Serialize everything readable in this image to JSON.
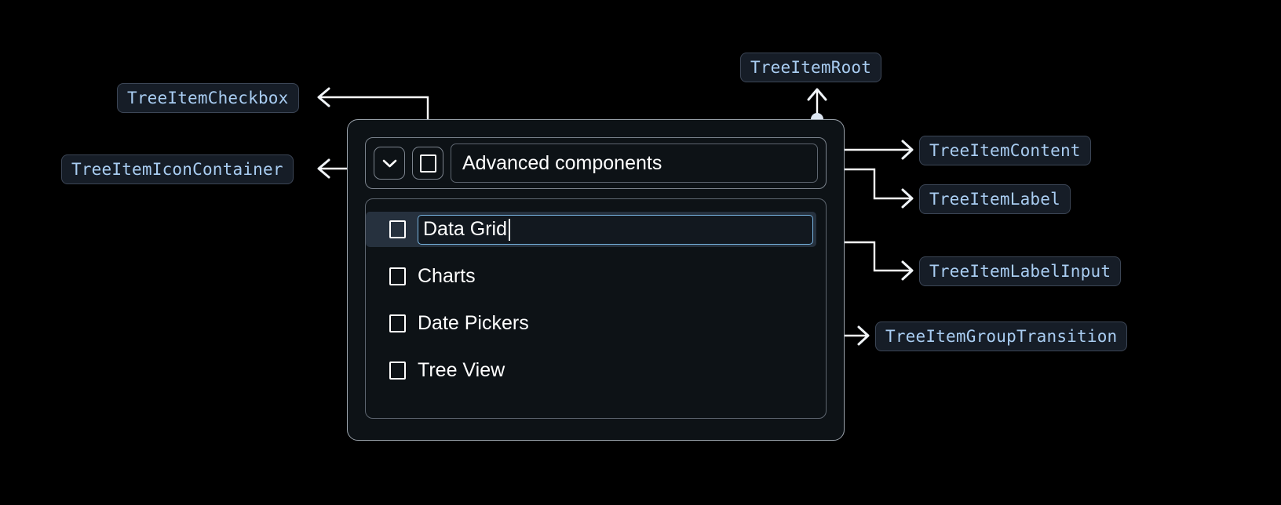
{
  "annotations": [
    {
      "name": "tree-item-checkbox",
      "label": "TreeItemCheckbox"
    },
    {
      "name": "tree-item-icon-container",
      "label": "TreeItemIconContainer"
    },
    {
      "name": "tree-item-root",
      "label": "TreeItemRoot"
    },
    {
      "name": "tree-item-content",
      "label": "TreeItemContent"
    },
    {
      "name": "tree-item-label",
      "label": "TreeItemLabel"
    },
    {
      "name": "tree-item-label-input",
      "label": "TreeItemLabelInput"
    },
    {
      "name": "tree-item-group-transition",
      "label": "TreeItemGroupTransition"
    }
  ],
  "tree": {
    "root_label": "Advanced components",
    "expand_icon": "chevron-down-icon",
    "checkbox_icon": "checkbox-unchecked-icon",
    "items": [
      {
        "label": "Data Grid",
        "editing": true,
        "checked": false
      },
      {
        "label": "Charts",
        "editing": false,
        "checked": false
      },
      {
        "label": "Date Pickers",
        "editing": false,
        "checked": false
      },
      {
        "label": "Tree View",
        "editing": false,
        "checked": false
      }
    ],
    "editing_value": "Data Grid"
  },
  "colors": {
    "background": "#000000",
    "chip_bg": "#161d27",
    "chip_border": "#3c4656",
    "chip_text": "#a9cdf2",
    "panel_bg": "#0d1216",
    "panel_border": "#9aa2ab",
    "inner_border": "#7b838d",
    "selected_row": "#26313e",
    "focus_border": "#79b6e4",
    "connector": "#ffffff",
    "text": "#ffffff"
  }
}
